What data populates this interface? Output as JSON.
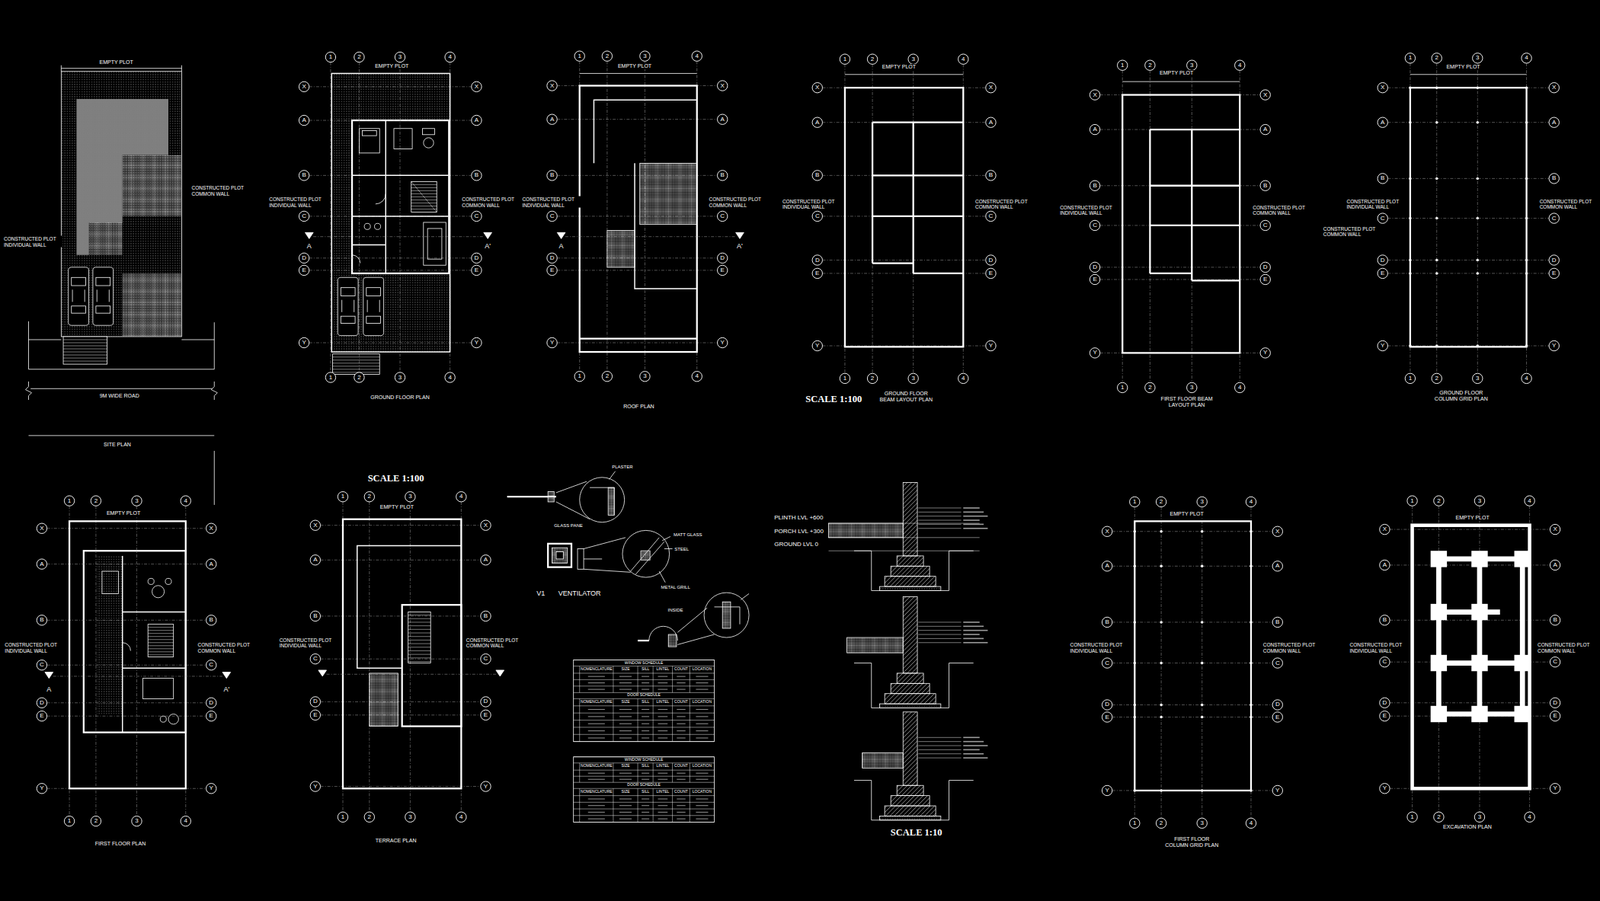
{
  "diagram": {
    "labels": [
      "EMPTY PLOT",
      "CONSTRUCTED PLOT COMMON WALL",
      "CONSTRUCTED PLOT INDIVIDUAL WALL",
      "9M WIDE ROAD",
      "SITE PLAN",
      "1",
      "2",
      "3",
      "4",
      "X",
      "A",
      "B",
      "C",
      "D",
      "E",
      "Y",
      "X",
      "A",
      "B",
      "C",
      "D",
      "E",
      "Y",
      "1",
      "2",
      "3",
      "4",
      "EMPTY PLOT",
      "CONSTRUCTED PLOT INDIVIDUAL WALL",
      "CONSTRUCTED PLOT COMMON WALL",
      "A",
      "A'",
      "GROUND FLOOR PLAN",
      "1",
      "2",
      "3",
      "4",
      "X",
      "A",
      "B",
      "C",
      "D",
      "E",
      "Y",
      "X",
      "A",
      "B",
      "C",
      "D",
      "E",
      "Y",
      "1",
      "2",
      "3",
      "4",
      "EMPTY PLOT",
      "CONSTRUCTED PLOT INDIVIDUAL WALL",
      "CONSTRUCTED PLOT COMMON WALL",
      "A",
      "A'",
      "ROOF PLAN",
      "1",
      "2",
      "3",
      "4",
      "X",
      "A",
      "B",
      "C",
      "D",
      "E",
      "Y",
      "X",
      "A",
      "B",
      "C",
      "D",
      "E",
      "Y",
      "1",
      "2",
      "3",
      "4",
      "EMPTY PLOT",
      "CONSTRUCTED PLOT INDIVIDUAL WALL",
      "CONSTRUCTED PLOT COMMON WALL",
      "SCALE 1:100",
      "GROUND FLOOR BEAM LAYOUT PLAN",
      "1",
      "2",
      "3",
      "4",
      "X",
      "A",
      "B",
      "C",
      "D",
      "E",
      "Y",
      "X",
      "A",
      "B",
      "C",
      "D",
      "E",
      "Y",
      "1",
      "2",
      "3",
      "4",
      "EMPTY PLOT",
      "CONSTRUCTED PLOT INDIVIDUAL WALL",
      "CONSTRUCTED PLOT COMMON WALL",
      "FIRST FLOOR BEAM LAYOUT PLAN",
      "1",
      "2",
      "3",
      "4",
      "X",
      "A",
      "B",
      "C",
      "D",
      "E",
      "Y",
      "X",
      "A",
      "B",
      "C",
      "D",
      "E",
      "Y",
      "1",
      "2",
      "3",
      "4",
      "EMPTY PLOT",
      "CONSTRUCTED PLOT INDIVIDUAL WALL",
      "CONSTRUCTED PLOT COMMON WALL",
      "CONSTRUCTED PLOT COMMON WALL",
      "GROUND FLOOR COLUMN GRID PLAN",
      "1",
      "2",
      "3",
      "4",
      "X",
      "A",
      "B",
      "C",
      "D",
      "E",
      "Y",
      "X",
      "A",
      "B",
      "C",
      "D",
      "E",
      "Y",
      "1",
      "2",
      "3",
      "4",
      "EMPTY PLOT",
      "CONSTRUCTED PLOT INDIVIDUAL WALL",
      "CONSTRUCTED PLOT COMMON WALL",
      "A",
      "A'",
      "FIRST FLOOR PLAN",
      "SCALE 1:100",
      "1",
      "2",
      "3",
      "4",
      "X",
      "A",
      "B",
      "C",
      "D",
      "E",
      "Y",
      "X",
      "A",
      "B",
      "C",
      "D",
      "E",
      "Y",
      "1",
      "2",
      "3",
      "4",
      "EMPTY PLOT",
      "CONSTRUCTED PLOT INDIVIDUAL WALL",
      "CONSTRUCTED PLOT COMMON WALL",
      "TERRACE PLAN",
      "PLASTER",
      "GLASS PANE",
      "MATT GLASS",
      "STEEL",
      "METAL GRILL",
      "V1",
      "VENTILATOR",
      "INSIDE",
      "WINDOW SCHEDULE",
      "NOMENCLATURE",
      "SIZE",
      "SILL",
      "LINTEL",
      "COUNT",
      "LOCATION",
      "DOOR SCHEDULE",
      "NOMENCLATURE",
      "SIZE",
      "SILL",
      "LINTEL",
      "COUNT",
      "LOCATION",
      "WINDOW SCHEDULE",
      "NOMENCLATURE",
      "SIZE",
      "SILL",
      "LINTEL",
      "COUNT",
      "LOCATION",
      "DOOR SCHEDULE",
      "NOMENCLATURE",
      "SIZE",
      "SILL",
      "LINTEL",
      "COUNT",
      "LOCATION",
      "PLINTH LVL +600",
      "PORCH LVL +300",
      "GROUND LVL 0",
      "SCALE 1:10",
      "1",
      "2",
      "3",
      "4",
      "X",
      "A",
      "B",
      "C",
      "D",
      "E",
      "Y",
      "X",
      "A",
      "B",
      "C",
      "D",
      "E",
      "Y",
      "1",
      "2",
      "3",
      "4",
      "EMPTY PLOT",
      "CONSTRUCTED PLOT INDIVIDUAL WALL",
      "CONSTRUCTED PLOT COMMON WALL",
      "FIRST FLOOR COLUMN GRID PLAN",
      "1",
      "2",
      "3",
      "4",
      "X",
      "A",
      "B",
      "C",
      "D",
      "E",
      "Y",
      "X",
      "A",
      "B",
      "C",
      "D",
      "E",
      "Y",
      "1",
      "2",
      "3",
      "4",
      "EMPTY PLOT",
      "CONSTRUCTED PLOT INDIVIDUAL WALL",
      "CONSTRUCTED PLOT COMMON WALL",
      "EXCAVATION PLAN"
    ]
  }
}
